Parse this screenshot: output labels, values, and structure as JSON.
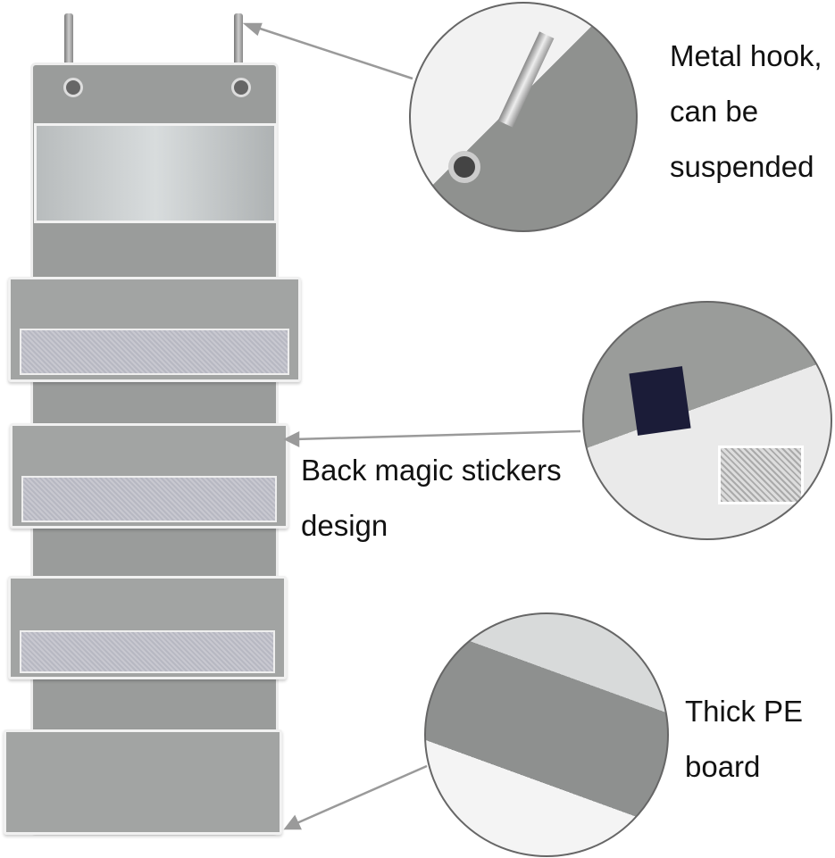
{
  "callouts": {
    "hook": {
      "line1": "Metal hook,",
      "line2": "can be",
      "line3": "suspended"
    },
    "velcro": {
      "line1": "Back magic stickers",
      "line2": "design"
    },
    "board": {
      "line1": "Thick PE",
      "line2": "board"
    }
  },
  "colors": {
    "fabric": "#9a9c9b",
    "trim": "#f1f1f1",
    "arrow": "#9a9a9a"
  }
}
